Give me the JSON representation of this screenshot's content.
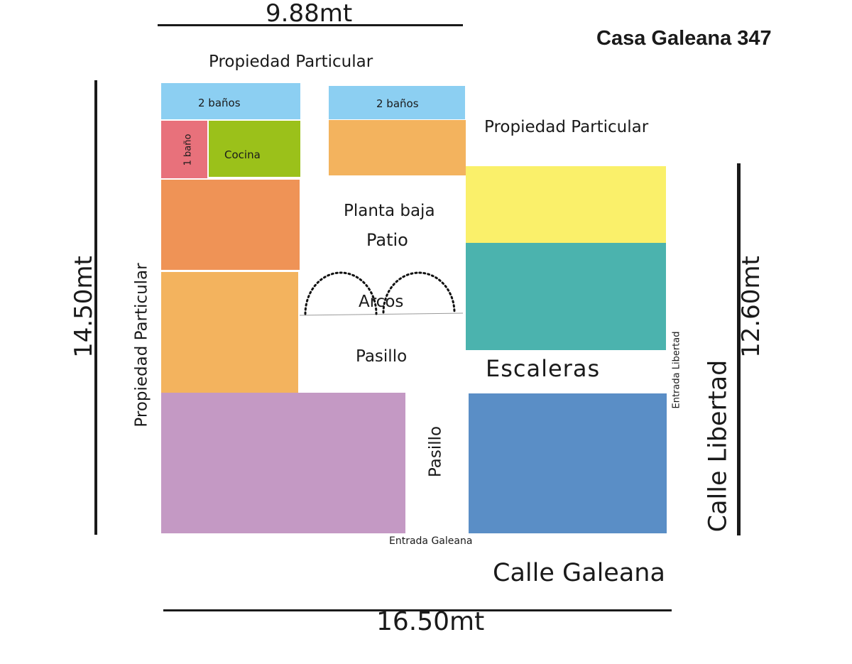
{
  "title": "Casa Galeana 347",
  "dimensions": {
    "top": "9.88mt",
    "left": "14.50mt",
    "right": "12.60mt",
    "bottom": "16.50mt"
  },
  "neighbors": {
    "top": "Propiedad Particular",
    "right_top": "Propiedad Particular",
    "left": "Propiedad Particular"
  },
  "streets": {
    "bottom": "Calle Galeana",
    "right": "Calle Libertad"
  },
  "entrances": {
    "galeana": "Entrada Galeana",
    "libertad": "Entrada Libertad"
  },
  "rooms": {
    "banos_left": "2 baños",
    "banos_right": "2 baños",
    "bano_single": "1 baño",
    "cocina": "Cocina"
  },
  "areas": {
    "planta_baja": "Planta baja",
    "patio": "Patio",
    "arcos": "Arcos",
    "pasillo_center": "Pasillo",
    "pasillo_vertical": "Pasillo",
    "escaleras": "Escaleras"
  },
  "colors": {
    "light_blue": "#8ccff2",
    "pink": "#e8717b",
    "green": "#9bc11a",
    "orange": "#ef9356",
    "light_orange": "#f3b35e",
    "purple": "#c499c4",
    "yellow": "#faf06a",
    "teal": "#4bb3ae",
    "blue": "#5a8ec6"
  }
}
